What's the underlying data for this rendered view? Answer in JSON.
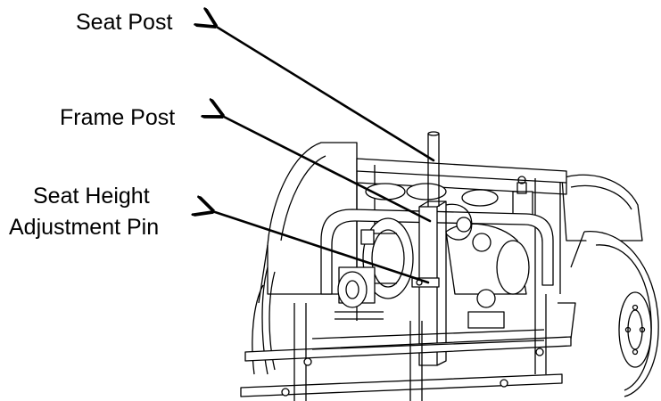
{
  "diagram": {
    "labels": {
      "seat_post": "Seat Post",
      "frame_post": "Frame Post",
      "seat_height_pin_line1": "Seat Height",
      "seat_height_pin_line2": "Adjustment Pin"
    },
    "colors": {
      "line": "#000000",
      "background": "#ffffff"
    }
  }
}
